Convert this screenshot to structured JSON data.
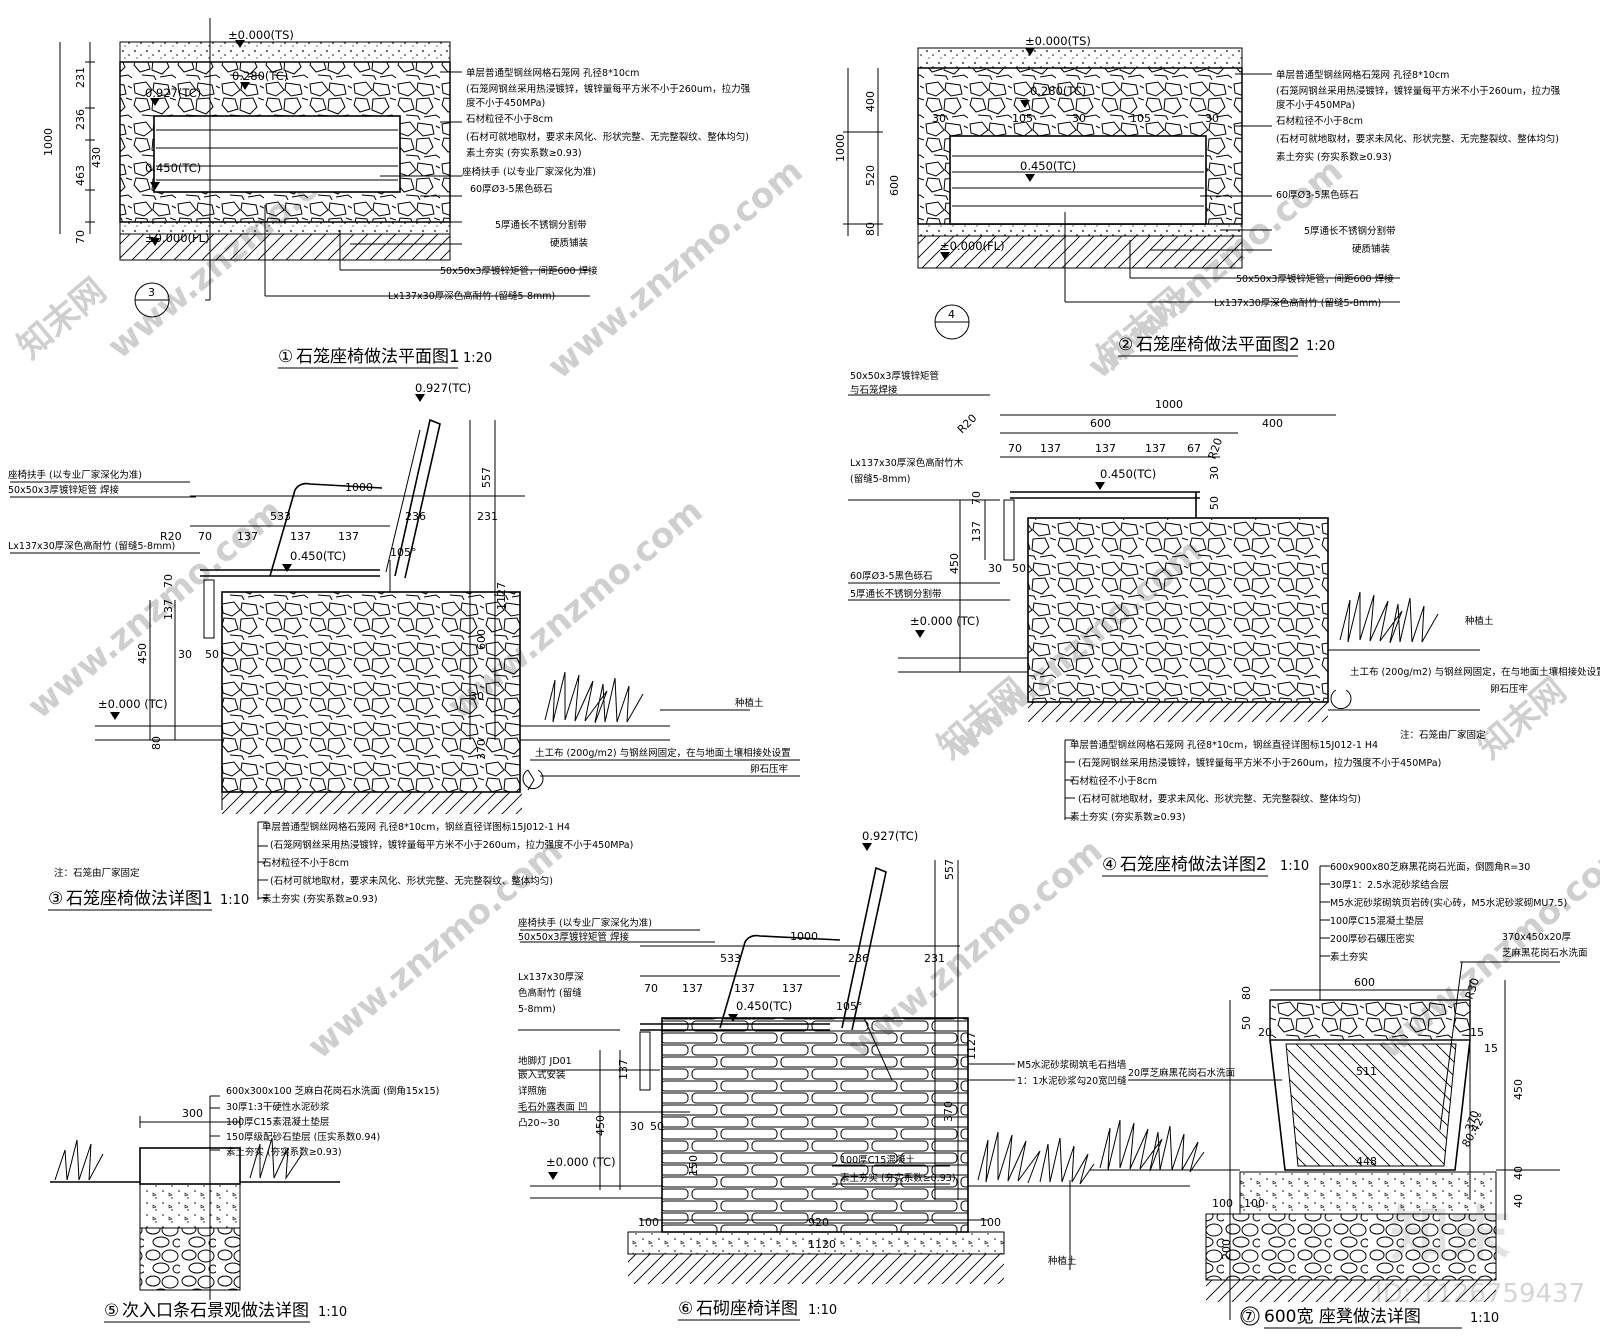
{
  "watermark": {
    "site": "www.znzmo.com",
    "brand": "知末网",
    "logo": "知末",
    "id_label": "ID: 1126759437"
  },
  "colors": {
    "line": "#000000",
    "hatch": "#000000",
    "watermark": "#cfcfcf",
    "paper": "#ffffff"
  },
  "d1": {
    "title": "石笼座椅做法平面图1",
    "scale": "1:20",
    "num": "①",
    "section_mark": "3",
    "levels": [
      "±0.000(TS)",
      "0.280(TC)",
      "0.927(TC)",
      "0.450(TC)",
      "±0.000(FL)"
    ],
    "dims": [
      "231",
      "236",
      "430",
      "463",
      "70",
      "1000"
    ],
    "notes": [
      "单层普通型钢丝网格石笼网  孔径8*10cm",
      "(石笼网钢丝采用热浸镀锌，镀锌量每平方米不小于260um，拉力强",
      "度不小于450MPa)",
      "石材粒径不小于8cm",
      "(石材可就地取材，要求未风化、形状完整、无完整裂纹、整体均匀)",
      "素土夯实 (夯实系数≥0.93)",
      "座椅扶手 (以专业厂家深化为准)",
      "60厚Ø3-5黑色砾石",
      "5厚通长不锈钢分割带",
      "硬质铺装",
      "50x50x3厚镀锌矩管，间距600  焊接",
      "Lx137x30厚深色高耐竹 (留缝5-8mm)"
    ]
  },
  "d2": {
    "title": "石笼座椅做法平面图2",
    "scale": "1:20",
    "num": "②",
    "section_mark": "4",
    "levels": [
      "±0.000(TS)",
      "0.280(TC)",
      "0.450(TC)",
      "±0.000(FL)"
    ],
    "dims": [
      "400",
      "520",
      "600",
      "80",
      "1000",
      "30",
      "105",
      "30",
      "105",
      "30"
    ],
    "notes": [
      "单层普通型钢丝网格石笼网  孔径8*10cm",
      "(石笼网钢丝采用热浸镀锌，镀锌量每平方米不小于260um，拉力强",
      "度不小于450MPa)",
      "石材粒径不小于8cm",
      "(石材可就地取材，要求未风化、形状完整、无完整裂纹、整体均匀)",
      "素土夯实 (夯实系数≥0.93)",
      "60厚Ø3-5黑色砾石",
      "5厚通长不锈钢分割带",
      "硬质铺装",
      "50x50x3厚镀锌矩管，间距600  焊接",
      "Lx137x30厚深色高耐竹 (留缝5-8mm)"
    ]
  },
  "d3": {
    "title": "石笼座椅做法详图1",
    "scale": "1:10",
    "num": "③",
    "levels": [
      "0.927(TC)",
      "0.450(TC)",
      "±0.000 (TC)"
    ],
    "dims": [
      "1000",
      "533",
      "236",
      "231",
      "R20",
      "70",
      "137",
      "137",
      "137",
      "557",
      "1127",
      "450",
      "137",
      "70",
      "30",
      "50",
      "80",
      "105°",
      "600",
      "370",
      "30"
    ],
    "left_notes": [
      "座椅扶手 (以专业厂家深化为准)",
      "50x50x3厚镀锌矩管  焊接",
      "Lx137x30厚深色高耐竹 (留缝5-8mm)"
    ],
    "right_notes": [
      "种植土",
      "土工布 (200g/m2) 与钢丝网固定，在与地面土壤相接处设置",
      "卵石压牢"
    ],
    "bottom_notes": [
      "单层普通型钢丝网格石笼网  孔径8*10cm，钢丝直径详图标15J012-1 H4",
      "(石笼网钢丝采用热浸镀锌，镀锌量每平方米不小于260um，拉力强度不小于450MPa)",
      "石材粒径不小于8cm",
      "(石材可就地取材，要求未风化、形状完整、无完整裂纹、整体均匀)",
      "素土夯实 (夯实系数≥0.93)"
    ],
    "remark": "注：石笼由厂家固定"
  },
  "d4": {
    "title": "石笼座椅做法详图2",
    "scale": "1:10",
    "num": "④",
    "levels": [
      "0.450(TC)",
      "±0.000 (TC)"
    ],
    "dims": [
      "1000",
      "600",
      "400",
      "70",
      "137",
      "137",
      "137",
      "67",
      "R20",
      "R20",
      "50",
      "30",
      "70",
      "137",
      "450",
      "30",
      "50"
    ],
    "left_notes": [
      "50x50x3厚镀锌矩管",
      "与石笼焊接",
      "Lx137x30厚深色高耐竹木",
      "(留缝5-8mm)",
      "60厚Ø3-5黑色砾石",
      "5厚通长不锈钢分割带"
    ],
    "right_notes": [
      "种植土",
      "土工布 (200g/m2) 与钢丝网固定，在与地面土壤相接处设置",
      "卵石压牢",
      "注：石笼由厂家固定"
    ],
    "bottom_notes": [
      "单层普通型钢丝网格石笼网  孔径8*10cm，钢丝直径详图标15J012-1 H4",
      "(石笼网钢丝采用热浸镀锌，镀锌量每平方米不小于260um，拉力强度不小于450MPa)",
      "石材粒径不小于8cm",
      "(石材可就地取材，要求未风化、形状完整、无完整裂纹、整体均匀)",
      "素土夯实 (夯实系数≥0.93)"
    ]
  },
  "d5": {
    "title": "次入口条石景观做法详图",
    "scale": "1:10",
    "num": "⑤",
    "dims": [
      "300"
    ],
    "notes": [
      "600x300x100 芝麻白花岗石水洗面 (倒角15x15)",
      "30厚1:3干硬性水泥砂浆",
      "100厚C15素混凝土垫层",
      "150厚级配砂石垫层 (压实系数0.94)",
      "素土夯实 (夯实系数≥0.93)"
    ]
  },
  "d6": {
    "title": "石砌座椅详图",
    "scale": "1:10",
    "num": "⑥",
    "levels": [
      "0.927(TC)",
      "0.450(TC)",
      "±0.000 (TC)"
    ],
    "dims": [
      "1000",
      "533",
      "236",
      "231",
      "70",
      "137",
      "137",
      "137",
      "557",
      "1127",
      "137",
      "450",
      "30",
      "50",
      "370",
      "150",
      "100",
      "920",
      "100",
      "1120",
      "105°"
    ],
    "left_notes": [
      "座椅扶手 (以专业厂家深化为准)",
      "50x50x3厚镀锌矩管  焊接",
      "Lx137x30厚深",
      "色高耐竹 (留缝",
      "5-8mm)",
      "地脚灯 JD01",
      "嵌入式安装",
      "详照施",
      "毛石外露表面 凹",
      "凸20~30"
    ],
    "right_notes": [
      "M5水泥砂浆砌筑毛石挡墙",
      "1：1水泥砂浆勾20宽凹缝",
      "100厚C15混凝土",
      "素土夯实 (夯实系数≥0.93)",
      "种植土"
    ]
  },
  "d7": {
    "title": "600宽 座凳做法详图",
    "scale": "1:10",
    "num": "⑦",
    "dims": [
      "600",
      "R30",
      "20",
      "15",
      "15",
      "50",
      "80",
      "511",
      "448",
      "370",
      "450",
      "80.42°",
      "40",
      "40",
      "100",
      "100",
      "200"
    ],
    "notes": [
      "600x900x80芝麻黑花岗石光面，倒圆角R=30",
      "30厚1：2.5水泥砂浆结合层",
      "M5水泥砂浆砌筑页岩砖(实心砖，M5水泥砂浆砌MU7.5)",
      "100厚C15混凝土垫层",
      "200厚砂石碾压密实",
      "素土夯实",
      "370x450x20厚",
      "芝麻黑花岗石水洗面",
      "20厚芝麻黑花岗石水洗面"
    ]
  }
}
